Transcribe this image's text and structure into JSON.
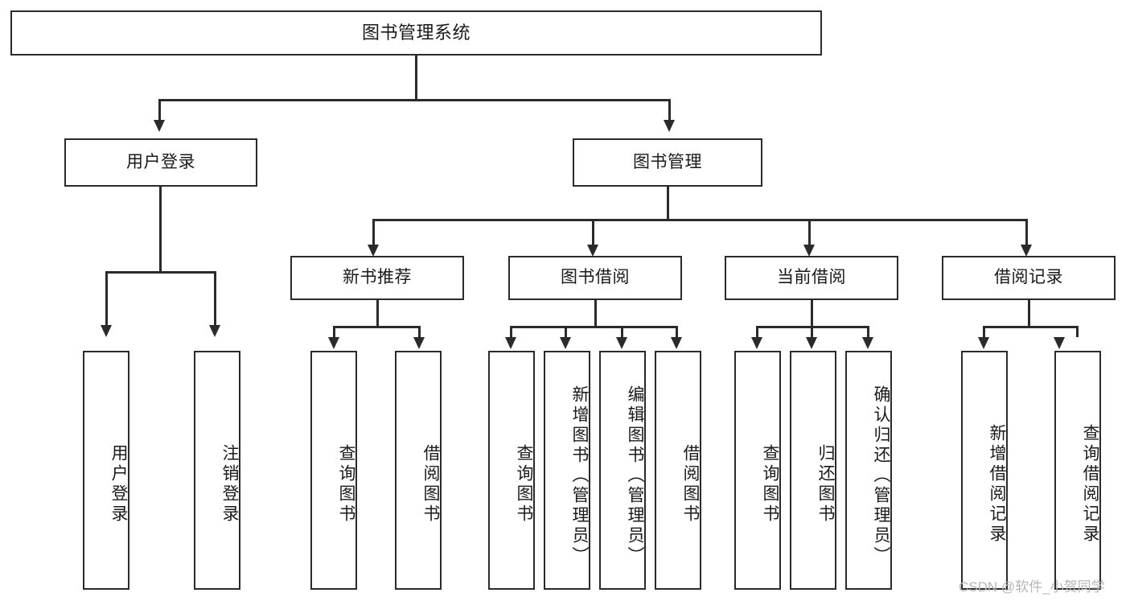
{
  "diagram": {
    "title": "图书管理系统",
    "watermark": "CSDN @软件_小贺同学",
    "colors": {
      "stroke": "#2b2b2b",
      "fill": "#ffffff",
      "text": "#1a1a1a",
      "watermark": "#b6b6b6"
    },
    "root": {
      "label": "图书管理系统"
    },
    "level2": [
      {
        "label": "用户登录"
      },
      {
        "label": "图书管理"
      }
    ],
    "level3": [
      {
        "label": "新书推荐"
      },
      {
        "label": "图书借阅"
      },
      {
        "label": "当前借阅"
      },
      {
        "label": "借阅记录"
      }
    ],
    "leaves": {
      "user_login": [
        {
          "label": "用户登录"
        },
        {
          "label": "注销登录"
        }
      ],
      "new_book": [
        {
          "label": "查询图书"
        },
        {
          "label": "借阅图书"
        }
      ],
      "book_borrow": [
        {
          "label": "查询图书"
        },
        {
          "label": "新增图书（管理员）"
        },
        {
          "label": "编辑图书（管理员）"
        },
        {
          "label": "借阅图书"
        }
      ],
      "current_borrow": [
        {
          "label": "查询图书"
        },
        {
          "label": "归还图书"
        },
        {
          "label": "确认归还（管理员）"
        }
      ],
      "borrow_record": [
        {
          "label": "新增借阅记录"
        },
        {
          "label": "查询借阅记录"
        }
      ]
    }
  }
}
